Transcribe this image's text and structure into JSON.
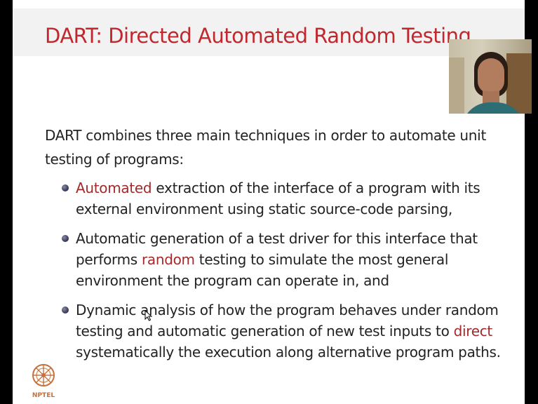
{
  "slide": {
    "title": "DART: Directed Automated Random Testing",
    "title_color": "#c0282d",
    "intro": "DART combines three main techniques in order to automate unit testing of programs:",
    "accent_color": "#a3292b",
    "bullets": [
      {
        "before": "",
        "highlight": "Automated",
        "after": " extraction of the interface of a program with its external environment using static source-code parsing,"
      },
      {
        "before": "Automatic generation of a test driver for this interface that performs ",
        "highlight": "random",
        "after": " testing to simulate the most general environment the program can operate in, and"
      },
      {
        "before": "Dynamic analysis of how the program behaves under random testing and automatic generation of new test inputs to ",
        "highlight": "direct",
        "after": " systematically the execution along alternative program paths."
      }
    ]
  },
  "logo": {
    "text": "NPTEL",
    "icon": "nptel-emblem-icon"
  },
  "webcam": {
    "icon": "presenter-video-feed"
  },
  "cursor": {
    "icon": "mouse-pointer-icon"
  }
}
